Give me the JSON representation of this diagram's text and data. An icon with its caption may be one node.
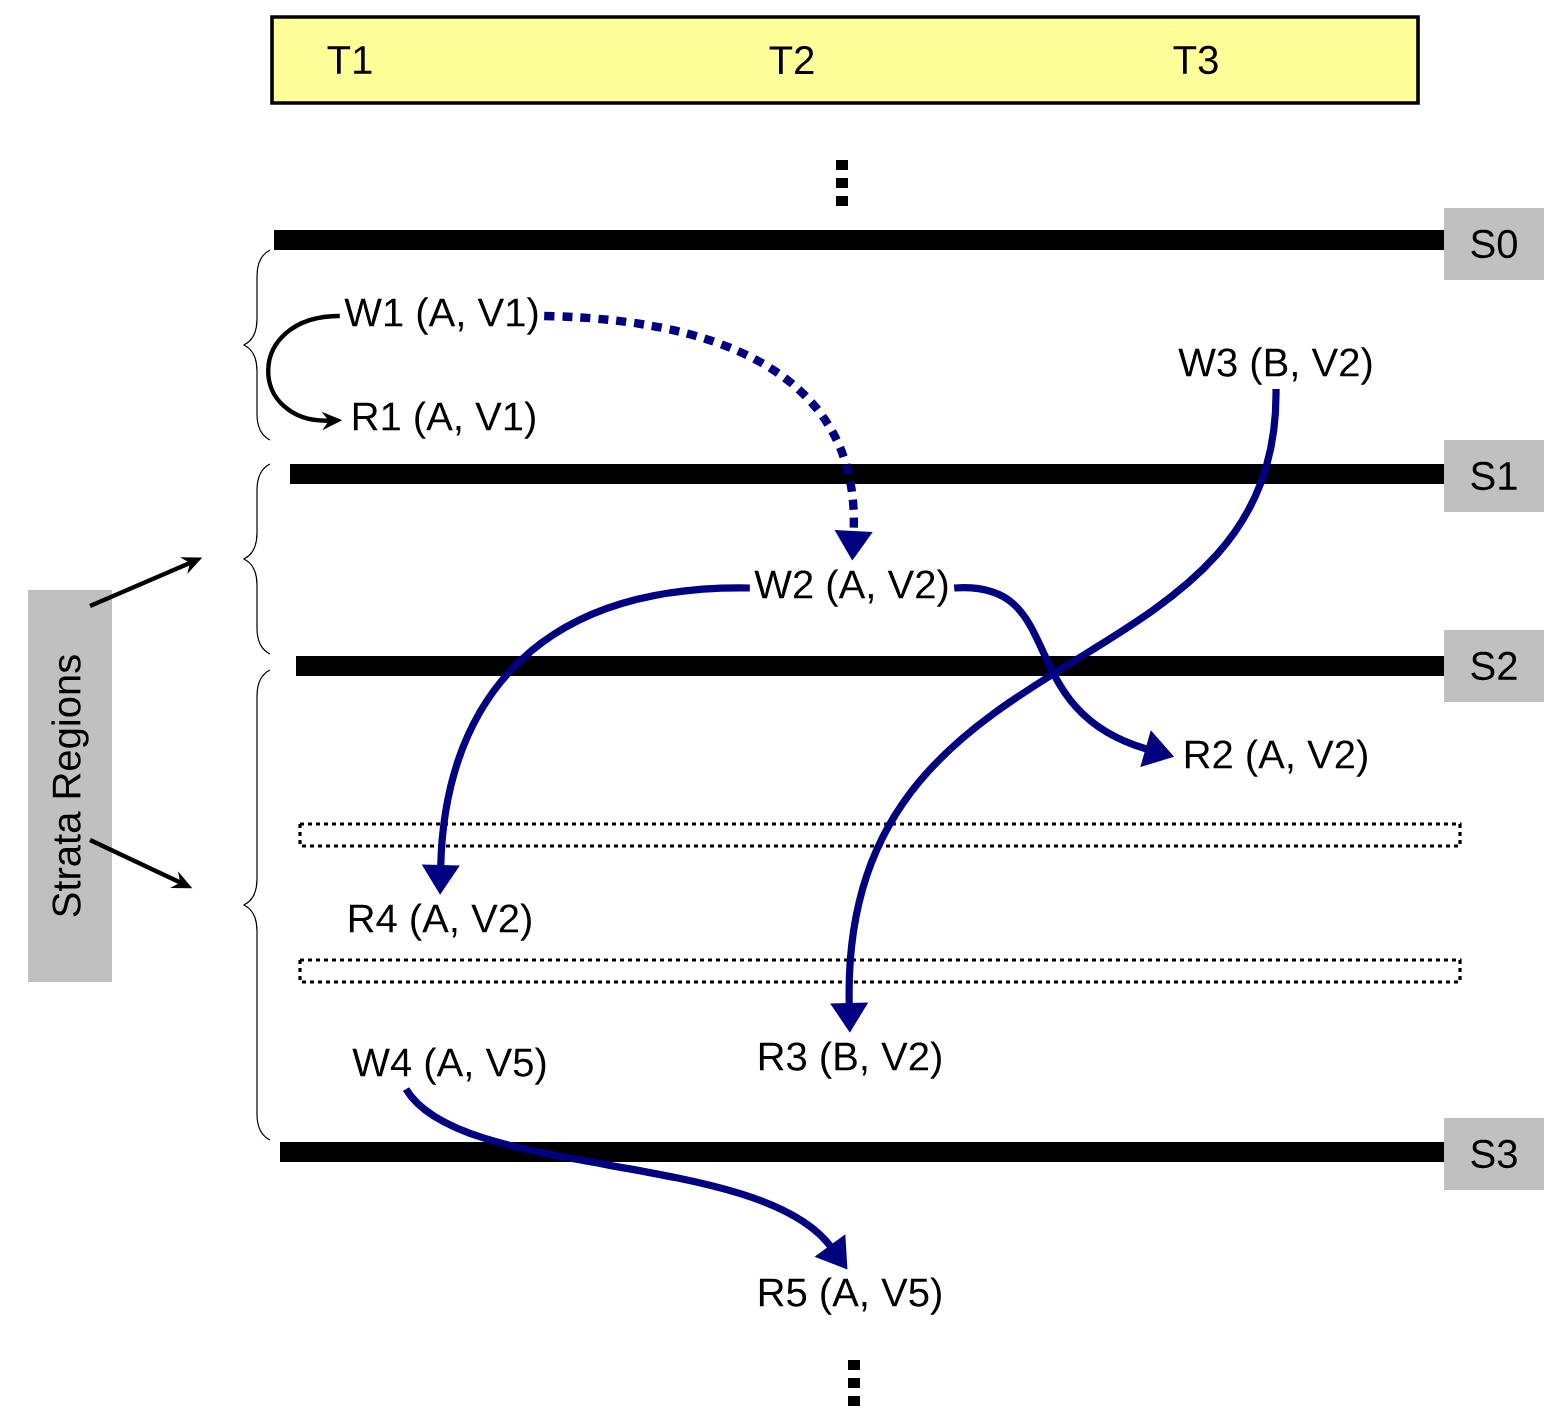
{
  "diagram": {
    "nodes": [
      {
        "text": [
          "T1",
          "T2",
          "T3"
        ]
      },
      {
        "text": [
          "S0"
        ]
      },
      {
        "text": [
          "W1 (A, V1)"
        ]
      },
      {
        "text": [
          "W3 (B, V2)"
        ]
      },
      {
        "text": [
          "R1 (A, V1)"
        ]
      },
      {
        "text": [
          "S1"
        ]
      },
      {
        "text": [
          "W2 (A, V2)"
        ]
      },
      {
        "text": [
          "Strata Regions"
        ]
      },
      {
        "text": [
          "S2"
        ]
      },
      {
        "text": [
          "R2 (A, V2)"
        ]
      },
      {
        "text": [
          "R4 (A, V2)"
        ]
      },
      {
        "text": [
          "W4 (A, V5)"
        ]
      },
      {
        "text": [
          "R3 (B, V2)"
        ]
      },
      {
        "text": [
          "S3"
        ]
      },
      {
        "text": [
          "R5 (A, V5)"
        ]
      }
    ],
    "edges": [
      {
        "from": 2,
        "to": 4,
        "arrow": "to",
        "color": "#000000"
      },
      {
        "from": 2,
        "to": 6,
        "arrow": "to",
        "style": "dashed"
      },
      {
        "from": 6,
        "to": 10,
        "arrow": "to"
      },
      {
        "from": 6,
        "to": 9,
        "arrow": "to"
      },
      {
        "from": 3,
        "to": 12,
        "arrow": "to"
      },
      {
        "from": 11,
        "to": 14,
        "arrow": "to"
      },
      {
        "from": 7,
        "to": null,
        "arrow": "to",
        "color": "#000000"
      },
      {
        "from": 7,
        "to": null,
        "arrow": "to",
        "color": "#000000"
      }
    ]
  }
}
